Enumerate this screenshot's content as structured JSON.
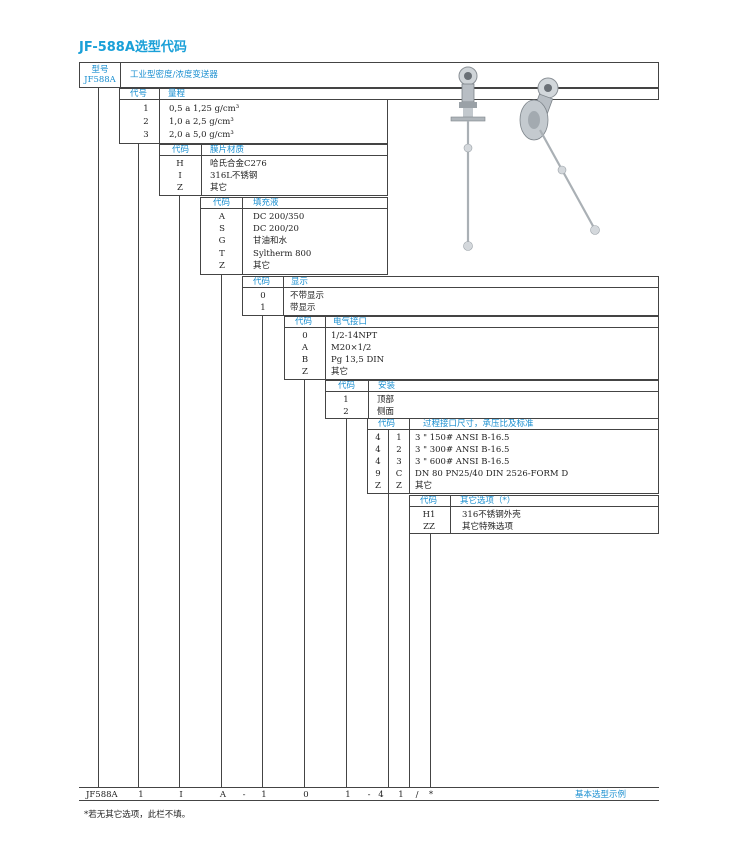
{
  "title": "JF-588A选型代码",
  "model": {
    "label": "型号",
    "code": "JF588A",
    "description": "工业型密度/浓度变送器"
  },
  "range": {
    "code_header": "代号",
    "name_header": "量程",
    "rows": [
      {
        "code": "1",
        "value": "0,5  a  1,25  g/cm³"
      },
      {
        "code": "2",
        "value": "1,0  a  2,5  g/cm³"
      },
      {
        "code": "3",
        "value": "2,0  a  5,0  g/cm³"
      }
    ]
  },
  "diaphragm": {
    "code_header": "代码",
    "name_header": "膜片材质",
    "rows": [
      {
        "code": "H",
        "value": "哈氏合金C276"
      },
      {
        "code": "I",
        "value": "316L不锈钢"
      },
      {
        "code": "Z",
        "value": "其它"
      }
    ]
  },
  "fill": {
    "code_header": "代码",
    "name_header": "填充液",
    "rows": [
      {
        "code": "A",
        "value": "DC 200/350"
      },
      {
        "code": "S",
        "value": "DC 200/20"
      },
      {
        "code": "G",
        "value": "甘油和水"
      },
      {
        "code": "T",
        "value": "Syltherm 800"
      },
      {
        "code": "Z",
        "value": "其它"
      }
    ]
  },
  "display": {
    "code_header": "代码",
    "name_header": "显示",
    "rows": [
      {
        "code": "0",
        "value": "不带显示"
      },
      {
        "code": "1",
        "value": "带显示"
      }
    ]
  },
  "electrical": {
    "code_header": "代码",
    "name_header": "电气接口",
    "rows": [
      {
        "code": "0",
        "value": "1/2-14NPT"
      },
      {
        "code": "A",
        "value": "M20×1/2"
      },
      {
        "code": "B",
        "value": "Pg 13,5 DIN"
      },
      {
        "code": "Z",
        "value": "其它"
      }
    ]
  },
  "mount": {
    "code_header": "代码",
    "name_header": "安装",
    "rows": [
      {
        "code": "1",
        "value": "顶部"
      },
      {
        "code": "2",
        "value": "侧面"
      }
    ]
  },
  "process": {
    "code_header": "代码",
    "name_header": "过程接口尺寸，承压比及标准",
    "rows": [
      {
        "c1": "4",
        "c2": "1",
        "value": "3 \" 150# ANSI B-16.5"
      },
      {
        "c1": "4",
        "c2": "2",
        "value": "3 \" 300# ANSI B-16.5"
      },
      {
        "c1": "4",
        "c2": "3",
        "value": "3 \" 600# ANSI B-16.5"
      },
      {
        "c1": "9",
        "c2": "C",
        "value": "DN 80  PN25/40  DIN  2526-FORM  D"
      },
      {
        "c1": "Z",
        "c2": "Z",
        "value": "其它"
      }
    ]
  },
  "options": {
    "code_header": "代码",
    "name_header": "其它选项（*）",
    "rows": [
      {
        "code": "H1",
        "value": "316不锈钢外壳"
      },
      {
        "code": "ZZ",
        "value": "其它特殊选项"
      }
    ]
  },
  "example": {
    "tokens": [
      "JF588A",
      "1",
      "I",
      "A",
      "-",
      "1",
      "0",
      "1",
      "-",
      "4",
      "1",
      "/",
      "*"
    ],
    "label": "基本选型示例"
  },
  "footnote": "*若无其它选项，此栏不填。"
}
